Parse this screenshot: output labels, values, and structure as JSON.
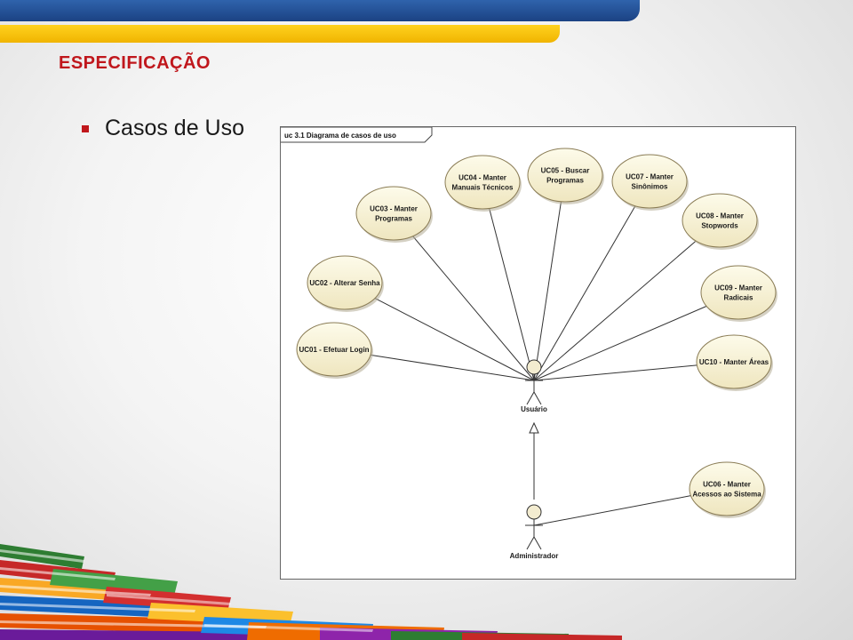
{
  "slide": {
    "title": "ESPECIFICAÇÃO",
    "bullet": "Casos de Uso"
  },
  "diagram": {
    "frame_label": "uc 3.1 Diagrama de casos de uso",
    "actors": [
      {
        "id": "usuario",
        "name": "Usuário"
      },
      {
        "id": "administrador",
        "name": "Administrador"
      }
    ],
    "use_cases": [
      {
        "id": "uc01",
        "lines": [
          "UC01 - Efetuar Login"
        ],
        "actor": "usuario"
      },
      {
        "id": "uc02",
        "lines": [
          "UC02 - Alterar Senha"
        ],
        "actor": "usuario"
      },
      {
        "id": "uc03",
        "lines": [
          "UC03 - Manter",
          "Programas"
        ],
        "actor": "usuario"
      },
      {
        "id": "uc04",
        "lines": [
          "UC04 - Manter",
          "Manuais Técnicos"
        ],
        "actor": "usuario"
      },
      {
        "id": "uc05",
        "lines": [
          "UC05 - Buscar",
          "Programas"
        ],
        "actor": "usuario"
      },
      {
        "id": "uc07",
        "lines": [
          "UC07 - Manter",
          "Sinônimos"
        ],
        "actor": "usuario"
      },
      {
        "id": "uc08",
        "lines": [
          "UC08 - Manter",
          "Stopwords"
        ],
        "actor": "usuario"
      },
      {
        "id": "uc09",
        "lines": [
          "UC09 - Manter",
          "Radicais"
        ],
        "actor": "usuario"
      },
      {
        "id": "uc10",
        "lines": [
          "UC10 - Manter Áreas"
        ],
        "actor": "usuario"
      },
      {
        "id": "uc06",
        "lines": [
          "UC06 - Manter",
          "Acessos ao Sistema"
        ],
        "actor": "administrador"
      }
    ],
    "generalization": {
      "from": "administrador",
      "to": "usuario"
    },
    "colors": {
      "ellipse_fill_top": "#fdfbea",
      "ellipse_fill_bottom": "#efe6bf",
      "ellipse_stroke": "#8a7c55",
      "line": "#333333",
      "actor_head": "#f3ecd0"
    }
  },
  "colors": {
    "title_red": "#c0171c",
    "bar_blue": "#1f4a8f",
    "bar_yellow": "#f7c300"
  }
}
